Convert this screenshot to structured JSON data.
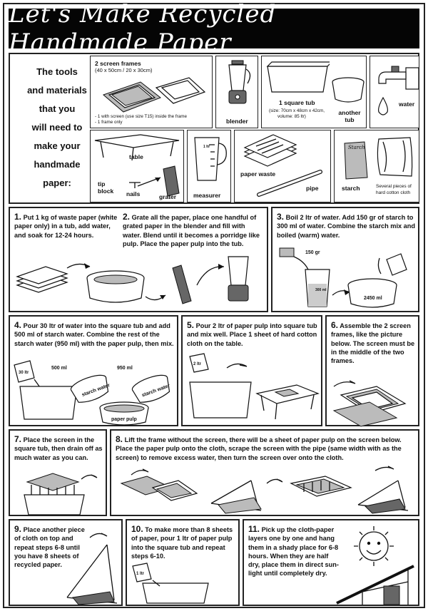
{
  "title": "Let's Make Recycled Handmade Paper",
  "tools": {
    "intro_lines": [
      "The tools",
      "and materials",
      "that you",
      "will need to",
      "make your",
      "handmade",
      "paper:"
    ],
    "screen_frames": {
      "title": "2 screen frames",
      "size": "(40 x 50cm / 20 x 30cm)",
      "note1": "- 1 with screen (use size T15) inside the frame",
      "note2": "- 1 frame only"
    },
    "blender": "blender",
    "square_tub": {
      "title": "1 square tub",
      "size": "(size: 70cm x 48cm x 42cm,",
      "volume": "volume: 85 ltr)"
    },
    "another_tub": "another tub",
    "water": "water",
    "table": "table",
    "tip_block": "tip block",
    "nails": "nails",
    "grater": "grater",
    "measurer": "measurer",
    "measurer_mark": "1 ltr",
    "paper_waste": "paper waste",
    "pipe": "pipe",
    "starch": "starch",
    "starch_pack": "Starch",
    "cloth": "Several pieces of hard cotton cloth"
  },
  "steps": [
    {
      "num": "1.",
      "text": "Put 1 kg of waste paper (white paper only) in a tub, add water, and soak for 12-24 hours."
    },
    {
      "num": "2.",
      "text": "Grate all the paper, place one handful of grated paper in the blender and fill with water. Blend until it becomes a porridge like pulp. Place the paper pulp into the tub."
    },
    {
      "num": "3.",
      "text": "Boil 2 ltr of water. Add 150 gr of starch to 300 ml of water. Combine the starch mix and boiled (warm) water.",
      "label_starch": "150 gr",
      "label_cup": "300 ml",
      "label_tub": "2450 ml"
    },
    {
      "num": "4.",
      "text": "Pour 30 ltr of water into the square tub and add 500 ml of starch water. Combine the rest of the starch water (950 ml) with the paper pulp, then mix.",
      "label_jug": "30 ltr",
      "label_500": "500 ml",
      "label_950": "950 ml",
      "label_sw1": "starch water",
      "label_sw2": "starch water",
      "label_pulp": "paper pulp"
    },
    {
      "num": "5.",
      "text": "Pour 2 ltr of paper pulp into square tub and mix well. Place 1 sheet of hard cotton cloth on the table.",
      "label_jug": "2 ltr"
    },
    {
      "num": "6.",
      "text": "Assemble the 2 screen frames, like the picture below. The screen must be in the middle of the two frames."
    },
    {
      "num": "7.",
      "text": "Place the screen in the square tub, then drain off as much water as you can."
    },
    {
      "num": "8.",
      "text": "Lift the frame without the screen, there will be a sheet of paper pulp on the screen below. Place the paper pulp onto the cloth, scrape the screen with the pipe (same width with as the screen) to remove excess water, then turn the screen over onto the cloth."
    },
    {
      "num": "9.",
      "text": "Place another piece of cloth on top and repeat steps 6-8 until you have 8 sheets of recycled paper."
    },
    {
      "num": "10.",
      "text": "To make more than 8 sheets of paper, pour 1 ltr of paper pulp into the square tub and repeat steps 6-10.",
      "label_jug": "1 ltr"
    },
    {
      "num": "11.",
      "text": "Pick up the cloth-paper layers one by one and hang them in a shady place for 6-8 hours. When they are half dry, place them in direct sun-light until completely dry."
    }
  ],
  "icons": [
    "arrow-icon",
    "sun-icon",
    "water-drop-icon",
    "faucet-icon"
  ],
  "colors": {
    "title_bg": "#050505",
    "title_text": "#ffffff",
    "border": "#222222"
  }
}
